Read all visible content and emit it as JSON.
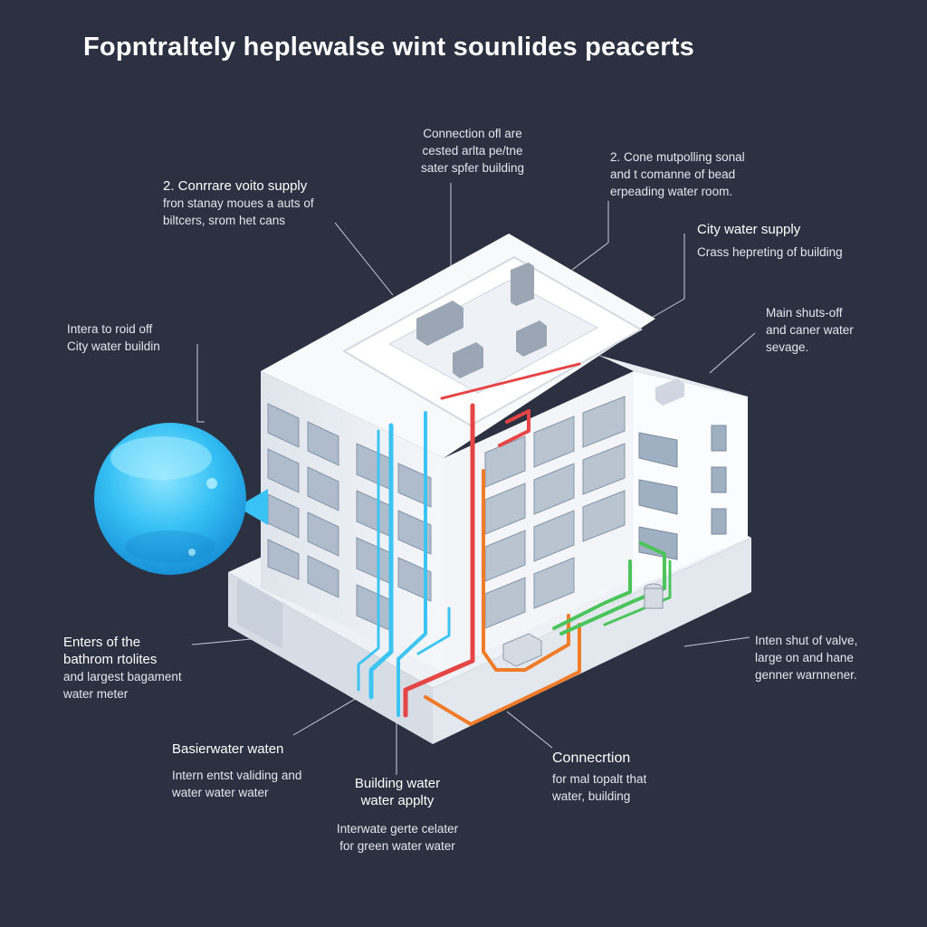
{
  "title": "Fopntraltely heplewalse wint sounlides peacerts",
  "labels": {
    "top_center": {
      "line1": "Connection ofl are",
      "line2": "cested arlta pe/tne",
      "line3": "sater spfer building"
    },
    "top_right": {
      "line1": "2. Cone mutpolling sonal",
      "line2": "and t comanne of bead",
      "line3": "erpeading water room."
    },
    "upper_left": {
      "line1": "2. Conrrare voito supply",
      "line2": "fron stanay moues a auts of",
      "line3": "biltcers, srom het cans"
    },
    "city_supply": {
      "line1": "City water supply",
      "line2": "Crass hepreting of building"
    },
    "intake_left": {
      "line1": "Intera to roid off",
      "line2": "City water buildin"
    },
    "main_shutoff": {
      "line1": "Main shuts-off",
      "line2": "and caner water",
      "line3": "sevage."
    },
    "enters_bath": {
      "line1": "Enters of the",
      "line2": "bathrom rtolites",
      "line3": "and largest bagament",
      "line4": "water meter"
    },
    "inten_shut": {
      "line1": "Inten shut of valve,",
      "line2": "large on and hane",
      "line3": "genner warnnener."
    },
    "basement": {
      "line1": "Basierwater waten",
      "line2": "Intern entst validing and",
      "line3": "water water water"
    },
    "building_supply": {
      "line1": "Building water",
      "line2": "water applty",
      "line3": "Interwate gerte celater",
      "line4": "for green water water"
    },
    "connection_bottom": {
      "line1": "Connecrtion",
      "line2": "for mal topalt that",
      "line3": "water, building"
    }
  },
  "colors": {
    "background": "#2b3140",
    "cold_pipe": "#3ec4f2",
    "hot_pipe": "#e64545",
    "drain_pipe": "#f07c2a",
    "green_pipe": "#4cc45c",
    "tank": "#39c3f5"
  }
}
